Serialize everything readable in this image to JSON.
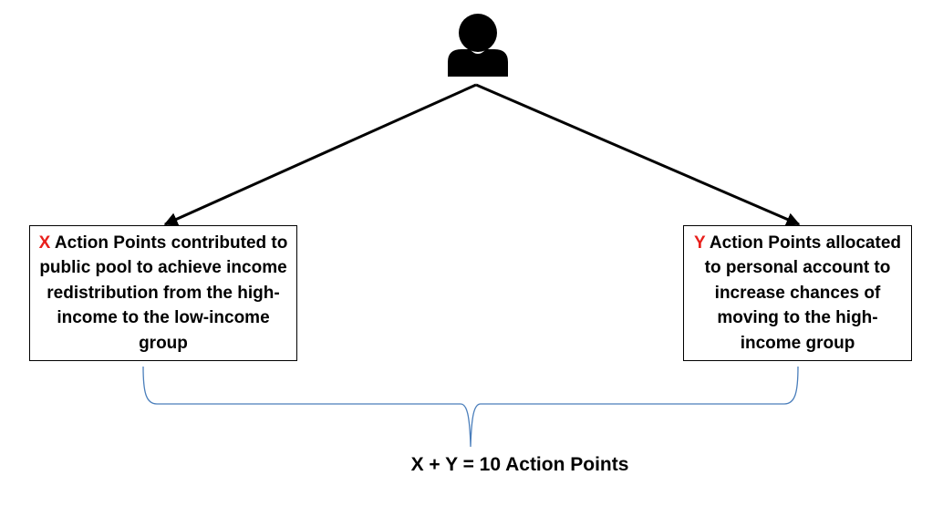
{
  "diagram": {
    "person": {
      "icon": "user-icon"
    },
    "left_box": {
      "variable": "X",
      "text": " Action Points contributed to public pool to achieve income redistribution from the high-income to the low-income group"
    },
    "right_box": {
      "variable": "Y",
      "text": " Action Points allocated to personal account to increase chances of moving to the high-income group"
    },
    "equation": "X + Y = 10 Action Points"
  },
  "colors": {
    "variable": "#e8201c",
    "arrow": "#000000",
    "brace": "#4a7ebb",
    "icon": "#000000"
  }
}
